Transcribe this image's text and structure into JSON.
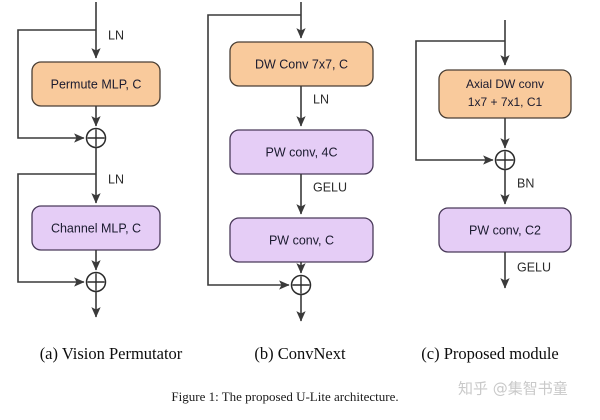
{
  "figure": {
    "caption": "Figure 1: The proposed U-Lite architecture.",
    "watermark": "知乎 @集智书童"
  },
  "colors": {
    "orange_fill": "#F9CA9C",
    "orange_stroke": "#9C6B3C",
    "purple_fill": "#E5CDF6",
    "purple_stroke": "#6B4F8A",
    "line": "#3A3A3A",
    "text": "#1A1A2E",
    "background": "#FFFFFF"
  },
  "columns": [
    {
      "id": "vision-permutator",
      "subcaption": "(a) Vision Permutator",
      "blocks": [
        {
          "id": "permute-mlp",
          "label": "Permute MLP, C",
          "fill": "orange"
        },
        {
          "id": "channel-mlp",
          "label": "Channel MLP, C",
          "fill": "purple"
        }
      ],
      "edge_labels": [
        "LN",
        "LN"
      ],
      "sum_nodes": 2,
      "residuals": 2
    },
    {
      "id": "convnext",
      "subcaption": "(b) ConvNext",
      "blocks": [
        {
          "id": "dw-conv-7x7",
          "label": "DW Conv 7x7, C",
          "fill": "orange"
        },
        {
          "id": "pw-conv-4c",
          "label": "PW conv,  4C",
          "fill": "purple"
        },
        {
          "id": "pw-conv-c",
          "label": "PW conv, C",
          "fill": "purple"
        }
      ],
      "edge_labels": [
        "LN",
        "GELU"
      ],
      "sum_nodes": 1,
      "residuals": 1
    },
    {
      "id": "proposed-module",
      "subcaption": "(c) Proposed module",
      "blocks": [
        {
          "id": "axial-dw-conv",
          "label_line1": "Axial DW conv",
          "label_line2": "1x7 + 7x1, C1",
          "fill": "orange"
        },
        {
          "id": "pw-conv-c2",
          "label": "PW conv, C2",
          "fill": "purple"
        }
      ],
      "edge_labels": [
        "BN",
        "GELU"
      ],
      "sum_nodes": 1,
      "residuals": 1
    }
  ]
}
